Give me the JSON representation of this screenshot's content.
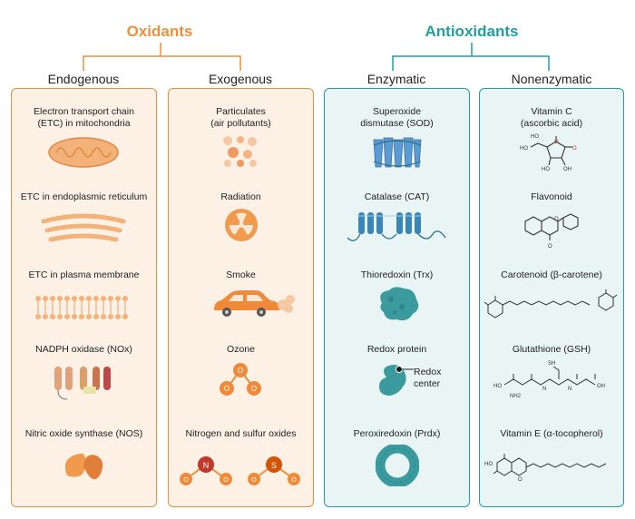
{
  "headings": {
    "oxidants": "Oxidants",
    "antioxidants": "Antioxidants"
  },
  "columns": [
    {
      "title": "Endogenous",
      "items": [
        "Electron transport chain\n(ETC) in mitochondria",
        "ETC in endoplasmic reticulum",
        "ETC in plasma membrane",
        "NADPH oxidase (NOx)",
        "Nitric oxide synthase (NOS)"
      ]
    },
    {
      "title": "Exogenous",
      "items": [
        "Particulates\n(air pollutants)",
        "Radiation",
        "Smoke",
        "Ozone",
        "Nitrogen and sulfur oxides"
      ]
    },
    {
      "title": "Enzymatic",
      "items": [
        "Superoxide\ndismutase (SOD)",
        "Catalase (CAT)",
        "Thioredoxin (Trx)",
        "Redox protein",
        "Peroxiredoxin (Prdx)"
      ]
    },
    {
      "title": "Nonenzymatic",
      "items": [
        "Vitamin C\n(ascorbic acid)",
        "Flavonoid",
        "Carotenoid (β-carotene)",
        "Glutathione (GSH)",
        "Vitamin E (α-tocopherol)"
      ]
    }
  ],
  "annotations": {
    "redox_center": "Redox\ncenter",
    "ozone_atom": "O",
    "nitrogen_atom": "N",
    "sulfur_atom": "S",
    "chem": {
      "ho": "HO",
      "oh": "OH",
      "o": "O",
      "sh": "SH",
      "nh2": "NH2",
      "h": "H",
      "n": "N"
    }
  },
  "colors": {
    "oxidant_accent": "#e8913a",
    "antioxidant_accent": "#1f9fa0",
    "oxidant_panel": "#fdf1e6",
    "antioxidant_panel": "#e9f4f5"
  }
}
